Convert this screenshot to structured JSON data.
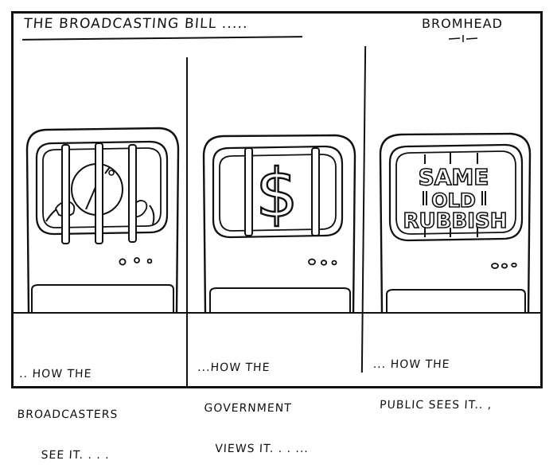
{
  "cartoon": {
    "title": "THE BROADCASTING BILL .....",
    "signature": "BROMHEAD",
    "line_color": "#111111",
    "background": "#ffffff",
    "panels": [
      {
        "id": "broadcasters",
        "screen_content": "face-behind-bars-icon",
        "caption_lines": [
          ".. HOW THE",
          "BROADCASTERS",
          "      SEE IT. . . ."
        ]
      },
      {
        "id": "government",
        "screen_content": "dollar-sign-behind-bars-icon",
        "screen_text": "$",
        "caption_lines": [
          "...HOW THE",
          "  GOVERNMENT",
          "     VIEWS IT. . . ..."
        ]
      },
      {
        "id": "public",
        "screen_content": "same-old-rubbish-text",
        "screen_text_lines": [
          "SAME",
          "OLD",
          "RUBBISH"
        ],
        "caption_lines": [
          "... HOW THE",
          "  PUBLIC SEES IT.. ,"
        ]
      }
    ]
  }
}
